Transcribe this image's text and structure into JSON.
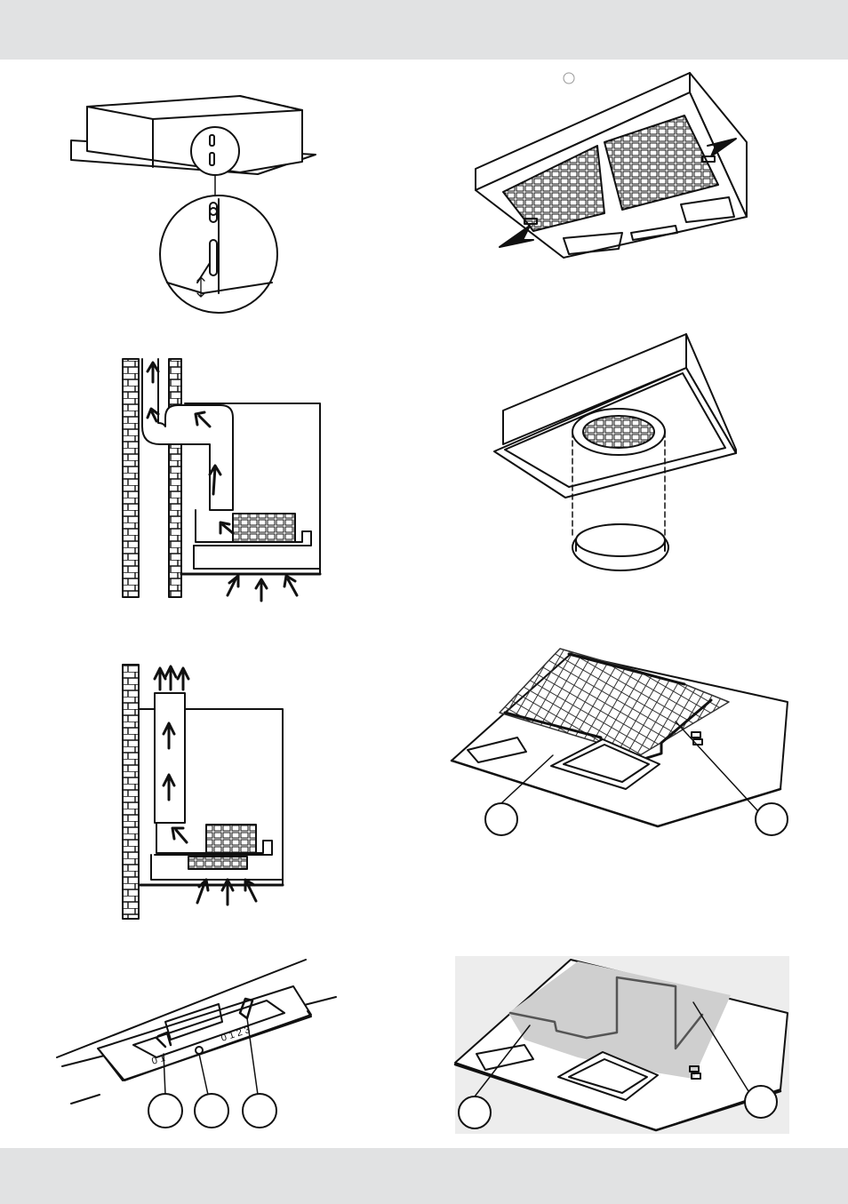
{
  "page": {
    "header_band": "",
    "footer_band": "",
    "colors": {
      "band": "#e1e2e3",
      "ink": "#111111",
      "paper": "#ffffff",
      "fleece": "#cfcfcf"
    }
  },
  "figures": {
    "mount_detail": {
      "name": "hood-mounting-detail"
    },
    "filter_locks": {
      "name": "grease-filter-release"
    },
    "ducting_rear": {
      "name": "rear-exhaust-ducting"
    },
    "charcoal_filter": {
      "name": "charcoal-filter-fitting"
    },
    "ducting_top": {
      "name": "top-exhaust-ducting"
    },
    "grease_filter_mesh": {
      "name": "grease-filter-mesh"
    },
    "control_panel": {
      "name": "control-panel",
      "light_switch_scale": "0 1",
      "fan_switch_scale": "0 1 2 3"
    },
    "grease_filter_fleece": {
      "name": "grease-filter-fleece"
    }
  }
}
